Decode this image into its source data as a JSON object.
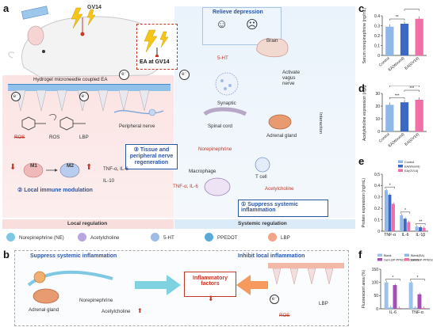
{
  "panels": {
    "a": "a",
    "b": "b",
    "c": "c",
    "d": "d",
    "e": "e",
    "f": "f"
  },
  "panel_a": {
    "gv14_top": "GV14",
    "ea_label": "EA at GV14",
    "electron": "e⁻",
    "hydrogel": "Hydrogel microneedle coupled EA",
    "ros_strike": "ROS",
    "ros": "ROS",
    "lbp": "LBP",
    "peripheral_nerve": "Peripheral nerve",
    "tissue_regen": "③ Tissue and peripheral nerve regeneration",
    "m1": "M1",
    "m2": "M2",
    "tnf_il6_left": "TNF-α, IL-6",
    "il10": "IL-10",
    "local_immune": "② Local immune modulation",
    "relieve": "Relieve depression",
    "five_ht": "5-HT",
    "synaptic": "Synaptic",
    "brain": "Brain",
    "activate_vagus": "Activate vagus nerve",
    "spinal_cord": "Spinal cord",
    "adrenal_gland": "Adrenal gland",
    "norepinephrine": "Norepinephrine",
    "interaction": "Interaction",
    "t_cell": "T cell",
    "macrophage": "Macrophage",
    "acetylcholine": "Acetylcholine",
    "tnf_il6_right": "TNF-α, IL-6",
    "suppress_systemic": "① Suppress systemic inflammation",
    "local_regulation": "Local regulation",
    "systemic_regulation": "Systemic regulation"
  },
  "legend": [
    {
      "label": "Norepinephrine (NE)",
      "color": "#7ec8e3"
    },
    {
      "label": "Acetylcholine",
      "color": "#b9a6e0"
    },
    {
      "label": "5-HT",
      "color": "#9fbbe8"
    },
    {
      "label": "PPEDOT",
      "color": "#5aa9d6"
    },
    {
      "label": "LBP",
      "color": "#f2a488"
    }
  ],
  "panel_b": {
    "suppress": "Suppress systemic inflammation",
    "inhibit": "Inhibit local inflammation",
    "adrenal": "Adrenal gland",
    "norepinephrine": "Norepinephrine",
    "acetylcholine": "Acetylcholine",
    "inflammatory": "Inflammatory factors",
    "ros": "ROS",
    "lbp": "LBP",
    "electron": "e⁻"
  },
  "colors": {
    "control": "#8fb7e8",
    "wound": "#3a68c4",
    "gv14": "#ef6fa6",
    "blank": "#9cc2ec",
    "mixed": "#a64db8"
  },
  "chart_data": [
    {
      "id": "c",
      "type": "bar",
      "categories": [
        "Control",
        "EA(Wound)",
        "EA(GV14)"
      ],
      "values": [
        0.29,
        0.32,
        0.37
      ],
      "ylabel": "Serum norepinephrine (ng/mL)",
      "ylim": [
        0.0,
        0.4
      ],
      "yticks": [
        0.0,
        0.1,
        0.2,
        0.3,
        0.4
      ],
      "significance": [
        "**",
        "**",
        "***"
      ]
    },
    {
      "id": "d",
      "type": "bar",
      "categories": [
        "Control",
        "EA(Wound)",
        "EA(GV14)"
      ],
      "values": [
        21,
        23,
        25
      ],
      "ylabel": "Acetylcholine expression (ng/g)",
      "ylim": [
        0,
        30
      ],
      "yticks": [
        0,
        10,
        20,
        30
      ],
      "significance": [
        "***",
        "***",
        "***"
      ]
    },
    {
      "id": "e",
      "type": "bar",
      "categories": [
        "TNF-α",
        "IL-6",
        "IL-1β"
      ],
      "series": [
        {
          "name": "Control",
          "values": [
            0.36,
            0.14,
            0.04
          ]
        },
        {
          "name": "EA(Wound)",
          "values": [
            0.32,
            0.11,
            0.035
          ]
        },
        {
          "name": "EA(GV14)",
          "values": [
            0.24,
            0.08,
            0.03
          ]
        }
      ],
      "ylabel": "Protein expression (ng/mL)",
      "ylim": [
        0.0,
        0.5
      ],
      "yticks": [
        0.0,
        0.1,
        0.2,
        0.3,
        0.4,
        0.5
      ],
      "significance": [
        "*",
        "*",
        "**"
      ]
    },
    {
      "id": "f",
      "type": "bar",
      "categories": [
        "IL-6",
        "TNF-α"
      ],
      "series": [
        {
          "name": "Blank",
          "values": [
            100,
            100
          ]
        },
        {
          "name": "Blank(EA)",
          "values": [
            5,
            4
          ]
        },
        {
          "name": "Gel-LBP-PPEDOT-GelMA",
          "values": [
            90,
            55
          ]
        },
        {
          "name": "Gel-LBP-PPEDOT-GelMA(EA)",
          "values": [
            3,
            3
          ]
        }
      ],
      "ylabel": "Fluorescent area (%)",
      "ylim": [
        0,
        150
      ],
      "yticks": [
        0,
        50,
        100,
        150
      ],
      "significance": [
        "*",
        "*"
      ]
    }
  ]
}
